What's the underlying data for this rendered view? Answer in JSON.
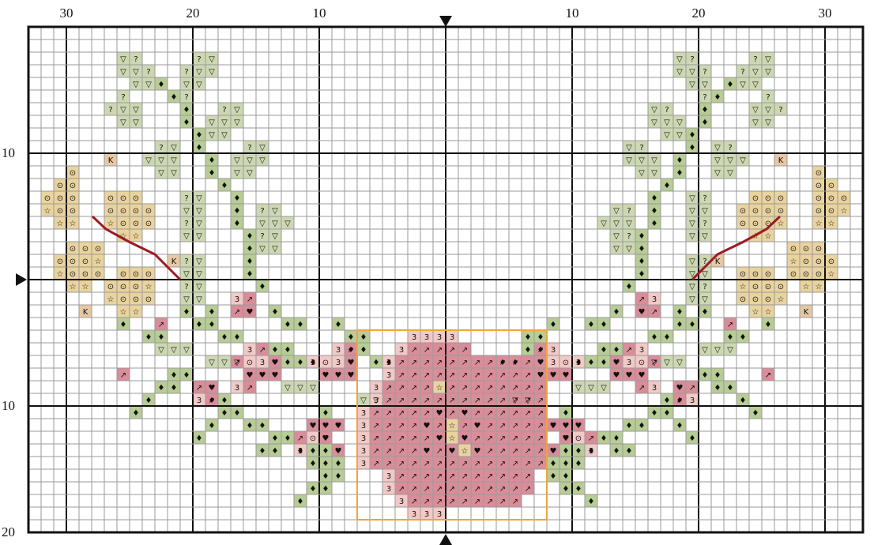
{
  "chart": {
    "top_labels": [
      "30",
      "20",
      "10",
      "10",
      "20",
      "30"
    ],
    "left_labels": [
      "10",
      "10",
      "20"
    ]
  },
  "palette": {
    "grid_minor": "#9a9a9a",
    "grid_major": "#111111",
    "leaf_light": "#cdd8b3",
    "leaf_mid": "#b8cc96",
    "leaf_dark": "#9bbf76",
    "rose_pink": "#d98d99",
    "rose_light": "#f1c9c6",
    "petal_tan": "#e9d39e",
    "k_tan": "#e7c8a4",
    "stem_red": "#9b1c21",
    "outline_orange": "#f0a43c"
  },
  "symbols": {
    "tri": "▽",
    "q": "?",
    "diamond": "♦",
    "heart": "♥",
    "arrow": "↗",
    "three": "3",
    "star": "☆",
    "ring": "⊙",
    "k": "K"
  }
}
